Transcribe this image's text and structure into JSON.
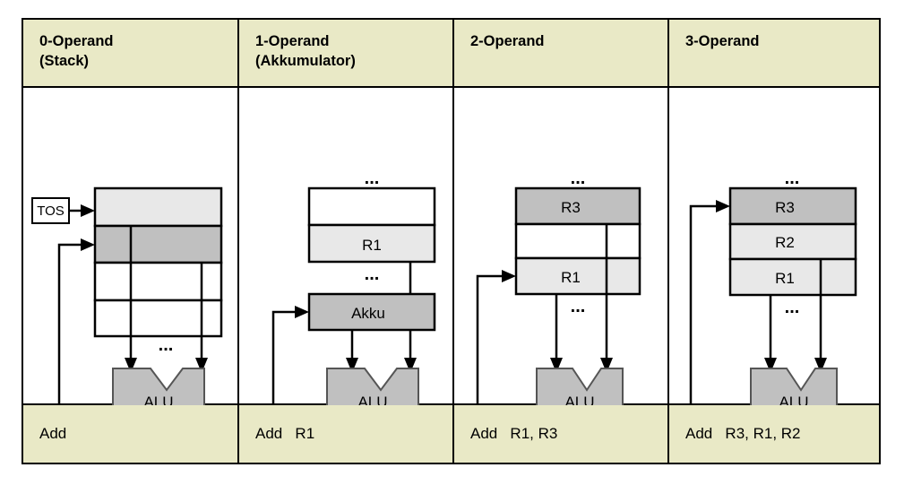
{
  "figure": {
    "title_row": [
      {
        "name": "0-Operand (Stack)",
        "line1": "0-Operand",
        "line2": "(Stack)",
        "label": "0-Operand\n(Stack)"
      },
      {
        "name": "1-Operand (Akkumulator)",
        "line1": "1-Operand",
        "line2": "(Akkumulator)",
        "label": "1-Operand\n(Akkumulator)"
      },
      {
        "name": "2-Operand",
        "line1": "2-Operand",
        "line2": "",
        "label": "2-Operand"
      },
      {
        "name": "3-Operand",
        "line1": "3-Operand",
        "line2": "",
        "label": "3-Operand"
      }
    ],
    "instruction_row": [
      {
        "label": "Add"
      },
      {
        "label": "Add   R1"
      },
      {
        "label": "Add   R1, R3"
      },
      {
        "label": "Add   R3, R1, R2"
      }
    ],
    "columns": [
      {
        "key": "stack",
        "pointer_box": "TOS",
        "ellipsis": "...",
        "alu": "ALU",
        "cells": [
          {
            "label": "",
            "shade": "light"
          },
          {
            "label": "",
            "shade": "dark"
          },
          {
            "label": "",
            "shade": "white"
          },
          {
            "label": "",
            "shade": "white"
          }
        ]
      },
      {
        "key": "accumulator",
        "ellipsis_top": "...",
        "ellipsis_mid": "...",
        "alu": "ALU",
        "accumulator": "Akku",
        "cells": [
          {
            "label": "",
            "shade": "white"
          },
          {
            "label": "R1",
            "shade": "light"
          }
        ]
      },
      {
        "key": "two-operand",
        "ellipsis_top": "...",
        "ellipsis_mid": "...",
        "alu": "ALU",
        "cells": [
          {
            "label": "R3",
            "shade": "dark"
          },
          {
            "label": "",
            "shade": "white"
          },
          {
            "label": "R1",
            "shade": "light"
          }
        ]
      },
      {
        "key": "three-operand",
        "ellipsis_top": "...",
        "ellipsis_mid": "...",
        "alu": "ALU",
        "cells": [
          {
            "label": "R3",
            "shade": "dark"
          },
          {
            "label": "R2",
            "shade": "light"
          },
          {
            "label": "R1",
            "shade": "light"
          }
        ]
      }
    ],
    "colors": {
      "header_background": "#e9e9c6",
      "shade_light": "#e8e8e8",
      "shade_dark": "#c0c0c0",
      "shade_white": "#ffffff",
      "stroke": "#000000",
      "page_background": "#ffffff"
    }
  }
}
